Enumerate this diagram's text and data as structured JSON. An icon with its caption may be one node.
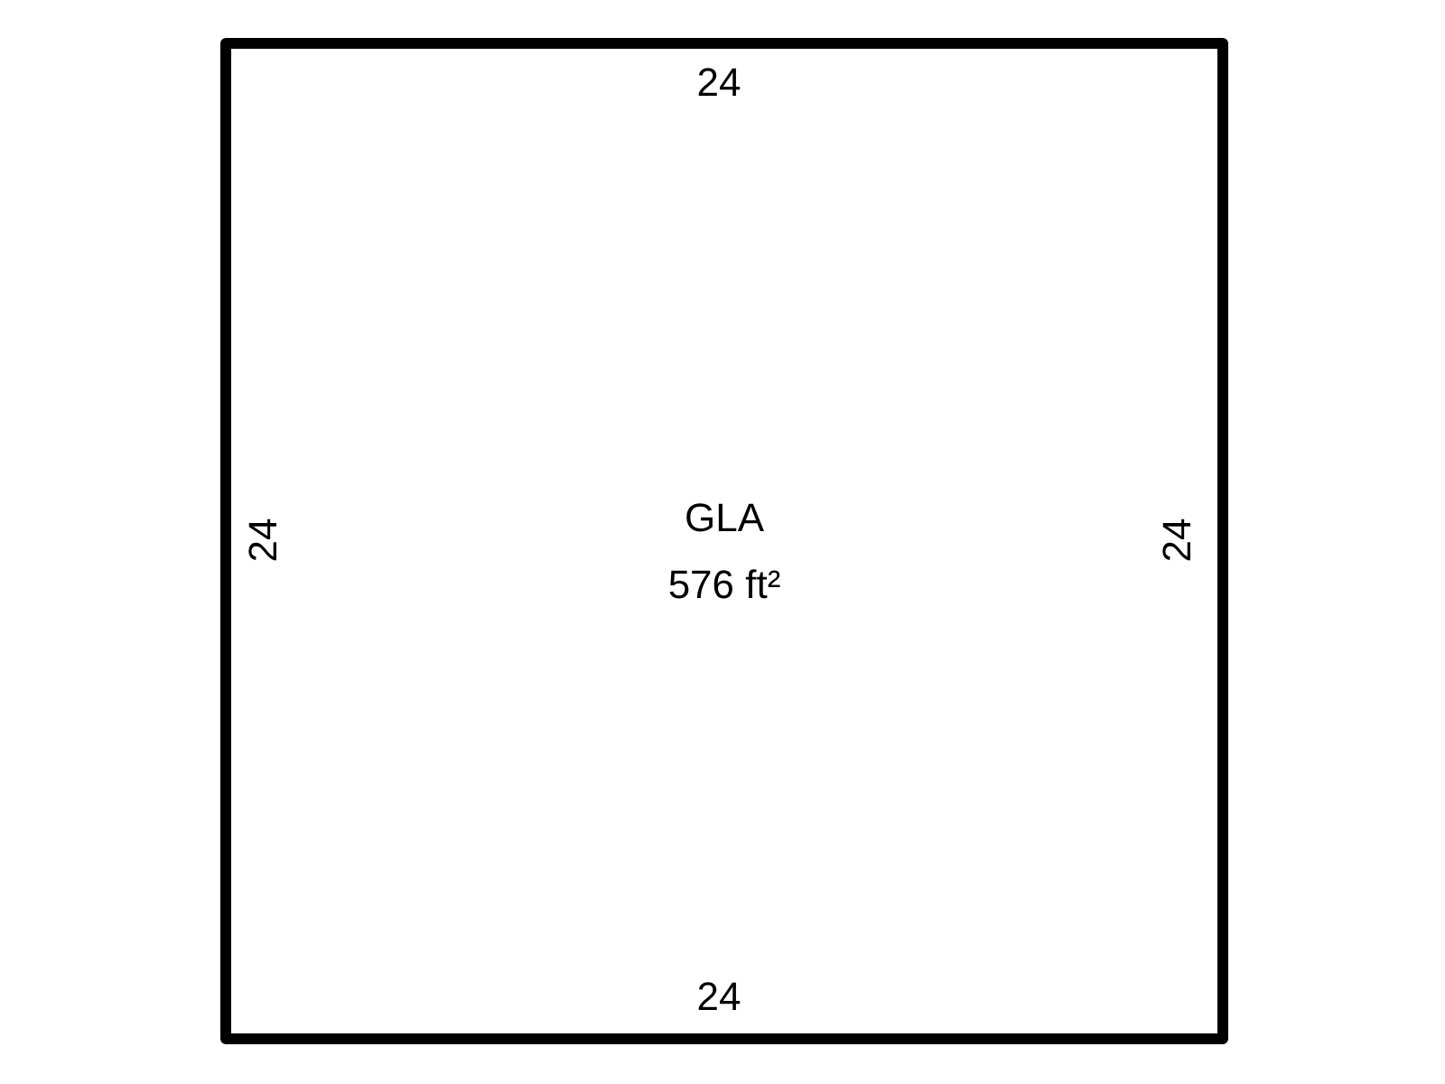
{
  "diagram": {
    "nodes": [
      {
        "text": [
          "GLA",
          "576 ft²"
        ]
      }
    ],
    "labels": [
      "24",
      "24",
      "24",
      "24"
    ]
  }
}
